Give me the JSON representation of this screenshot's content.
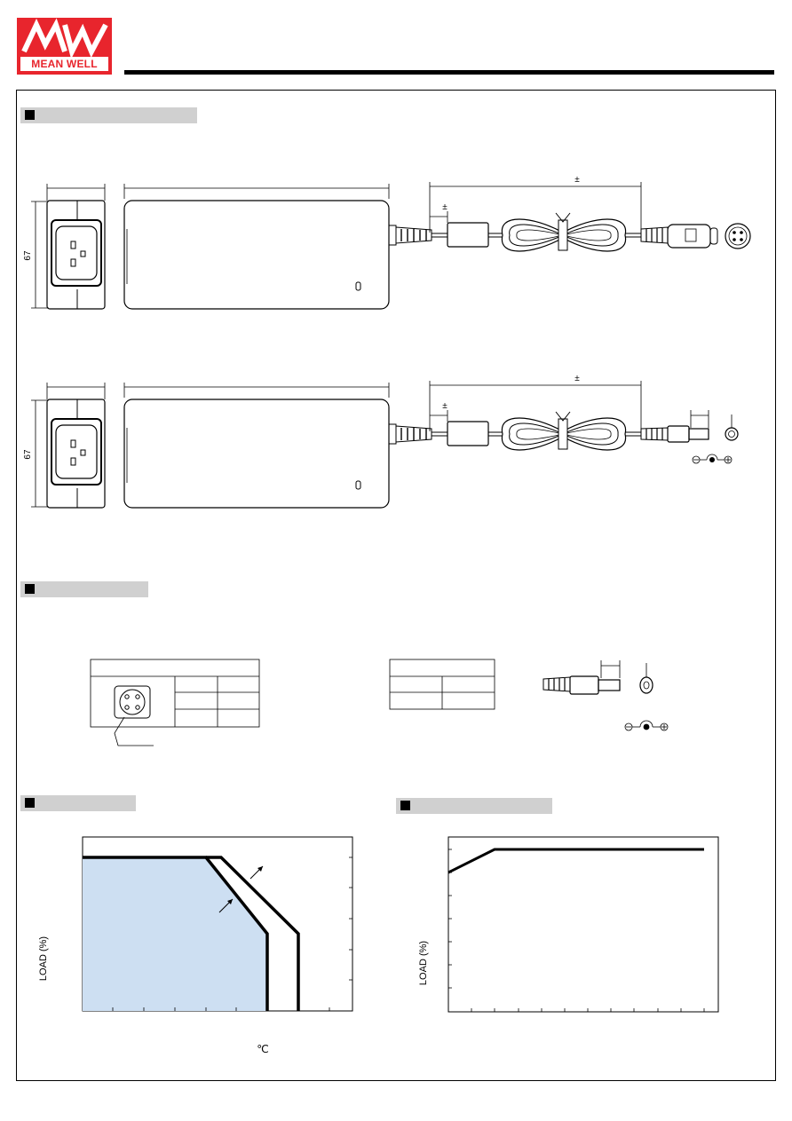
{
  "brand": {
    "logo_text": "MEAN WELL",
    "logo_mark": "MW",
    "logo_color": "#e8252d"
  },
  "drawing1": {
    "height_label": "67",
    "tol1": "±",
    "tol2": "±"
  },
  "drawing2": {
    "height_label": "67",
    "tol1": "±",
    "tol2": "±"
  },
  "chart_left": {
    "axis_label_y": "LOAD (%)",
    "axis_label_x": "℃",
    "fill_color": "#cddff2"
  },
  "chart_right": {
    "axis_label_y": "LOAD (%)"
  }
}
